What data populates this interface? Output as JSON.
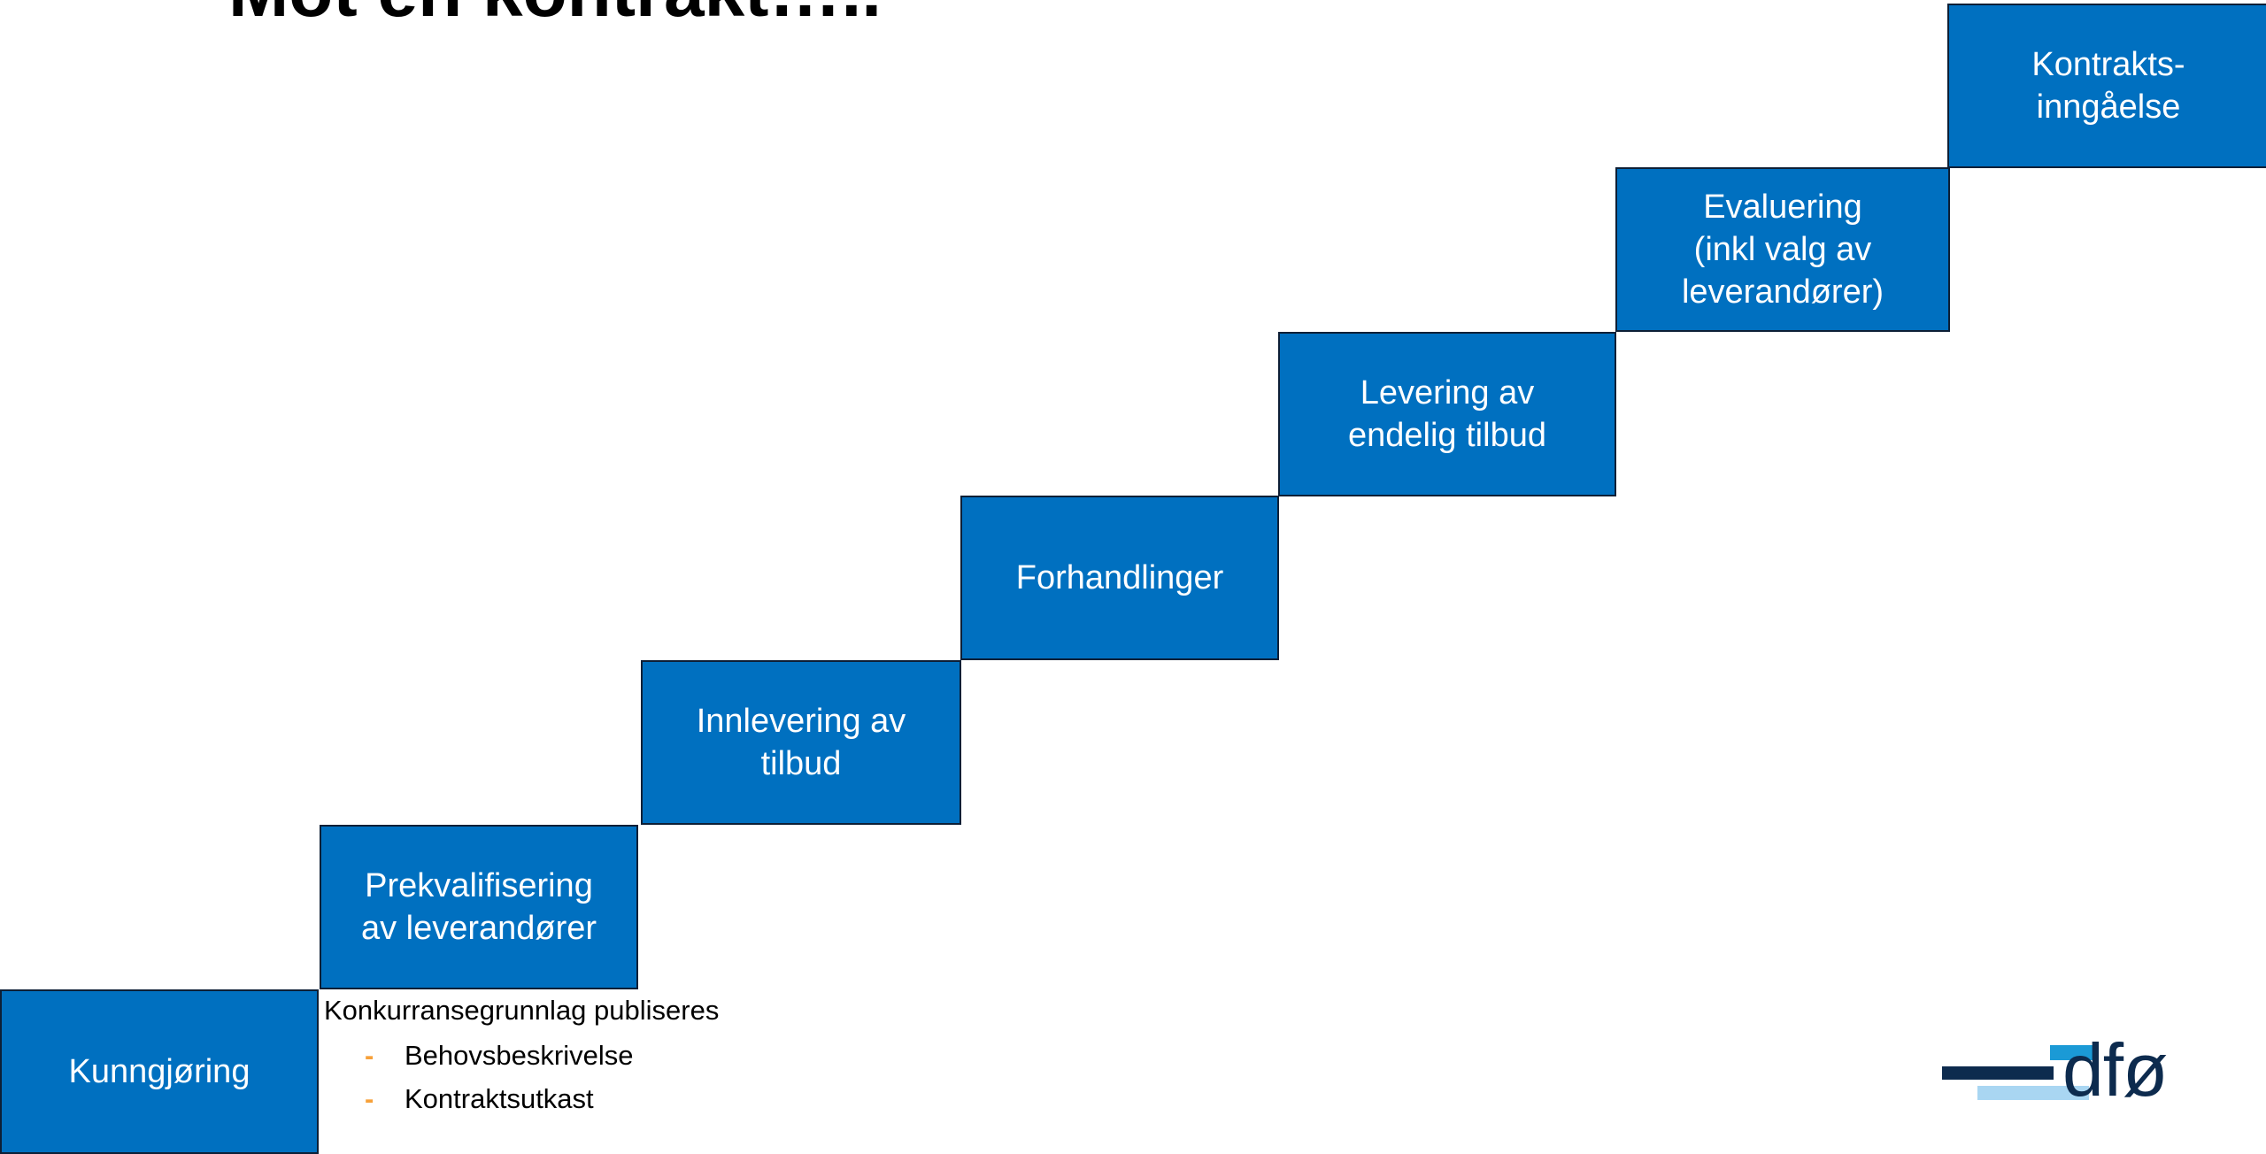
{
  "slide": {
    "title": "Mot en kontrakt….."
  },
  "steps": [
    {
      "label": "Kunngjøring"
    },
    {
      "label": "Prekvalifisering\nav leverandører"
    },
    {
      "label": "Innlevering av\ntilbud"
    },
    {
      "label": "Forhandlinger"
    },
    {
      "label": "Levering av\nendelig tilbud"
    },
    {
      "label": "Evaluering\n(inkl valg av\nleverandører)"
    },
    {
      "label": "Kontrakts-\ninngåelse"
    }
  ],
  "note": {
    "heading": "Konkurransegrunnlag publiseres",
    "bullet_marker": "-",
    "items": [
      "Behovsbeskrivelse",
      "Kontraktsutkast"
    ]
  },
  "logo": {
    "text": "dfø"
  },
  "colors": {
    "step_fill": "#0070c0",
    "step_border": "#0d1f36",
    "bullet_marker": "#f7a13a",
    "logo_dark": "#0d2b4e",
    "logo_mid": "#1b9ad6",
    "logo_light": "#a9d6f2"
  }
}
